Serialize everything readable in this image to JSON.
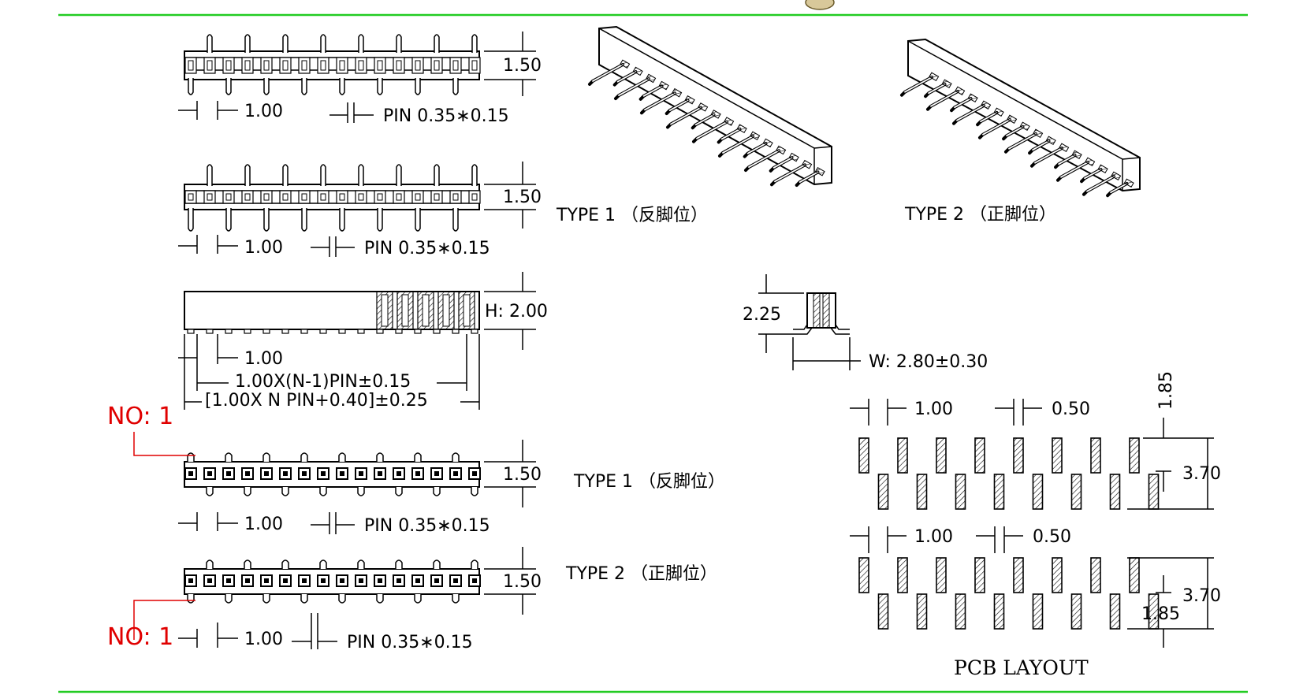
{
  "frame": {
    "rule_color": "#22cc22",
    "accent_red": "#e00000"
  },
  "top_view_1": {
    "height": "1.50",
    "pitch": "1.00",
    "pin": "PIN  0.35∗0.15"
  },
  "top_view_2": {
    "height": "1.50",
    "pitch": "1.00",
    "pin": "PIN  0.35∗0.15"
  },
  "side_view": {
    "height": "H: 2.00",
    "pitch": "1.00",
    "len1": "1.00X(N-1)PIN±0.15",
    "len2": "[1.00X  N  PIN+0.40]±0.25"
  },
  "end_view": {
    "height": "2.25",
    "width": "W: 2.80±0.30"
  },
  "iso": {
    "type1": "TYPE 1 （反脚位）",
    "type2": "TYPE 2 （正脚位）"
  },
  "bottom_view_1": {
    "no1": "NO: 1",
    "type": "TYPE 1 （反脚位）",
    "height": "1.50",
    "pitch": "1.00",
    "pin": "PIN  0.35∗0.15"
  },
  "bottom_view_2": {
    "no1": "NO: 1",
    "type": "TYPE 2 （正脚位）",
    "height": "1.50",
    "pitch": "1.00",
    "pin": "PIN  0.35∗0.15"
  },
  "pcb": {
    "title": "PCB  LAYOUT",
    "pitch_a": "1.00",
    "pad_a": "0.50",
    "offset_a": "1.85",
    "span_a": "3.70",
    "pitch_b": "1.00",
    "pad_b": "0.50",
    "offset_b": "1.85",
    "span_b": "3.70"
  }
}
